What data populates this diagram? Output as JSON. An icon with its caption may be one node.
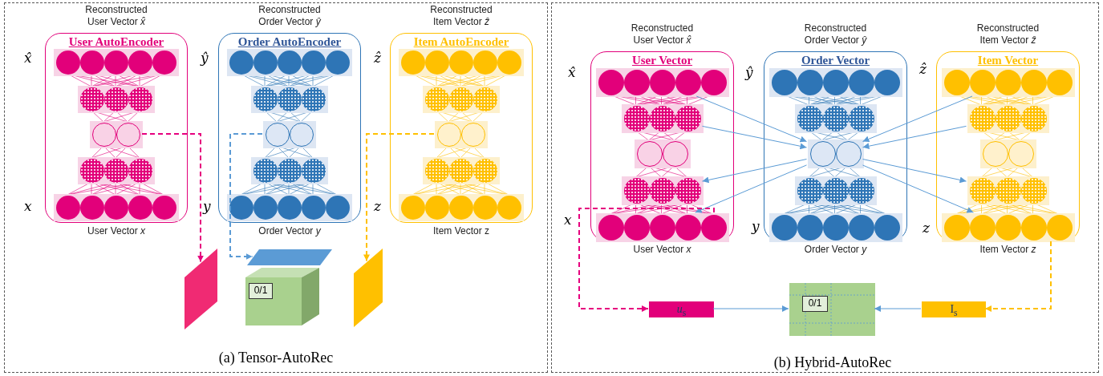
{
  "diagram": {
    "nodes": [
      {
        "text": [],
        "shape": "panel"
      },
      {
        "text": [
          "Reconstructed User Vector *x̂*",
          "User AutoEncoder"
        ],
        "beside": [
          "User Vector *x*"
        ],
        "in": 0
      },
      {
        "text": [],
        "shape": "bar",
        "in": 1
      },
      {
        "text": [],
        "shape": "bar",
        "in": 1
      },
      {
        "text": [],
        "shape": "bar",
        "in": 1
      },
      {
        "text": [],
        "shape": "bar",
        "in": 1
      },
      {
        "text": [],
        "shape": "bar",
        "in": 1
      },
      {
        "text": [
          "Reconstructed Order Vector *ŷ*",
          "Order AutoEncoder"
        ],
        "beside": [
          "Order Vector *y*"
        ],
        "in": 0
      },
      {
        "text": [],
        "shape": "bar",
        "in": 7
      },
      {
        "text": [],
        "shape": "bar",
        "in": 7
      },
      {
        "text": [],
        "shape": "bar",
        "in": 7
      },
      {
        "text": [],
        "shape": "bar",
        "in": 7
      },
      {
        "text": [],
        "shape": "bar",
        "in": 7
      },
      {
        "text": [
          "Reconstructed Item Vector *ẑ*",
          "Item AutoEncoder"
        ],
        "beside": [
          "Item Vector z"
        ],
        "in": 0
      },
      {
        "text": [],
        "shape": "bar",
        "in": 13
      },
      {
        "text": [],
        "shape": "bar",
        "in": 13
      },
      {
        "text": [],
        "shape": "bar",
        "in": 13
      },
      {
        "text": [],
        "shape": "bar",
        "in": 13
      },
      {
        "text": [],
        "shape": "bar",
        "in": 13
      },
      {
        "text": [],
        "shape": "parallelogram",
        "in": 0
      },
      {
        "text": [],
        "shape": "parallelogram",
        "in": 0
      },
      {
        "text": [],
        "shape": "cube",
        "in": 0
      },
      {
        "text": [
          "0/1"
        ],
        "in": 21
      },
      {
        "text": [],
        "shape": "parallelogram",
        "in": 0
      },
      {
        "text": [],
        "shape": "panel"
      },
      {
        "text": [
          "Reconstructed User Vector *x̂*",
          "User Vector"
        ],
        "beside": [
          "User Vector *x*"
        ],
        "in": 24
      },
      {
        "text": [],
        "shape": "bar",
        "in": 25
      },
      {
        "text": [],
        "shape": "bar",
        "in": 25
      },
      {
        "text": [],
        "shape": "bar",
        "in": 25
      },
      {
        "text": [],
        "shape": "bar",
        "in": 25
      },
      {
        "text": [],
        "shape": "bar",
        "in": 25
      },
      {
        "text": [
          "Reconstructed Order Vector *ŷ*",
          "Order Vector"
        ],
        "beside": [
          "Order Vector *y*"
        ],
        "in": 24
      },
      {
        "text": [],
        "shape": "bar",
        "in": 31
      },
      {
        "text": [],
        "shape": "bar",
        "in": 31
      },
      {
        "text": [],
        "shape": "bar",
        "in": 31
      },
      {
        "text": [],
        "shape": "bar",
        "in": 31
      },
      {
        "text": [],
        "shape": "bar",
        "in": 31
      },
      {
        "text": [
          "Reconstructed Item Vector *ẑ*",
          "Item Vector"
        ],
        "beside": [
          "Item Vector *z*"
        ],
        "in": 24
      },
      {
        "text": [],
        "shape": "bar",
        "in": 37
      },
      {
        "text": [],
        "shape": "bar",
        "in": 37
      },
      {
        "text": [],
        "shape": "bar",
        "in": 37
      },
      {
        "text": [],
        "shape": "bar",
        "in": 37
      },
      {
        "text": [],
        "shape": "bar",
        "in": 37
      },
      {
        "text": [
          "*u*$_{s}$"
        ],
        "in": 24
      },
      {
        "text": [],
        "shape": "box",
        "in": 24
      },
      {
        "text": [
          "0/1"
        ],
        "in": 44
      },
      {
        "text": [
          "I$_{s}$"
        ],
        "in": 24
      }
    ],
    "edges": [
      {
        "from": 4,
        "to": 19,
        "arrow": "to",
        "style": "dashed",
        "color": "#e6007e"
      },
      {
        "from": 10,
        "to": 20,
        "arrow": "to",
        "style": "dashed"
      },
      {
        "from": 16,
        "to": 23,
        "arrow": "to",
        "style": "dashed",
        "color": "#ffc000"
      },
      {
        "from": 26,
        "to": 34,
        "arrow": "to"
      },
      {
        "from": 27,
        "to": 34,
        "arrow": "to"
      },
      {
        "from": 34,
        "to": 29,
        "arrow": "to"
      },
      {
        "from": 34,
        "to": 30,
        "arrow": "to"
      },
      {
        "from": 38,
        "to": 34,
        "arrow": "to"
      },
      {
        "from": 39,
        "to": 34,
        "arrow": "to"
      },
      {
        "from": 34,
        "to": 41,
        "arrow": "to"
      },
      {
        "from": 34,
        "to": 42,
        "arrow": "to"
      },
      {
        "from": 30,
        "to": 43,
        "arrow": "to",
        "style": "dashed",
        "color": "#e6007e"
      },
      {
        "from": 42,
        "to": 46,
        "arrow": "to",
        "style": "dashed",
        "color": "#ffc000"
      },
      {
        "from": 43,
        "to": 44,
        "arrow": "to"
      },
      {
        "from": 46,
        "to": 44,
        "arrow": "to"
      }
    ],
    "labels": [
      "x̂",
      "ŷ",
      "ẑ",
      "x",
      "y",
      "z",
      "(a) Tensor-AutoRec",
      "x̂",
      "ŷ",
      "ẑ",
      "x",
      "y",
      "z",
      "(b) Hybrid-AutoRec"
    ]
  }
}
